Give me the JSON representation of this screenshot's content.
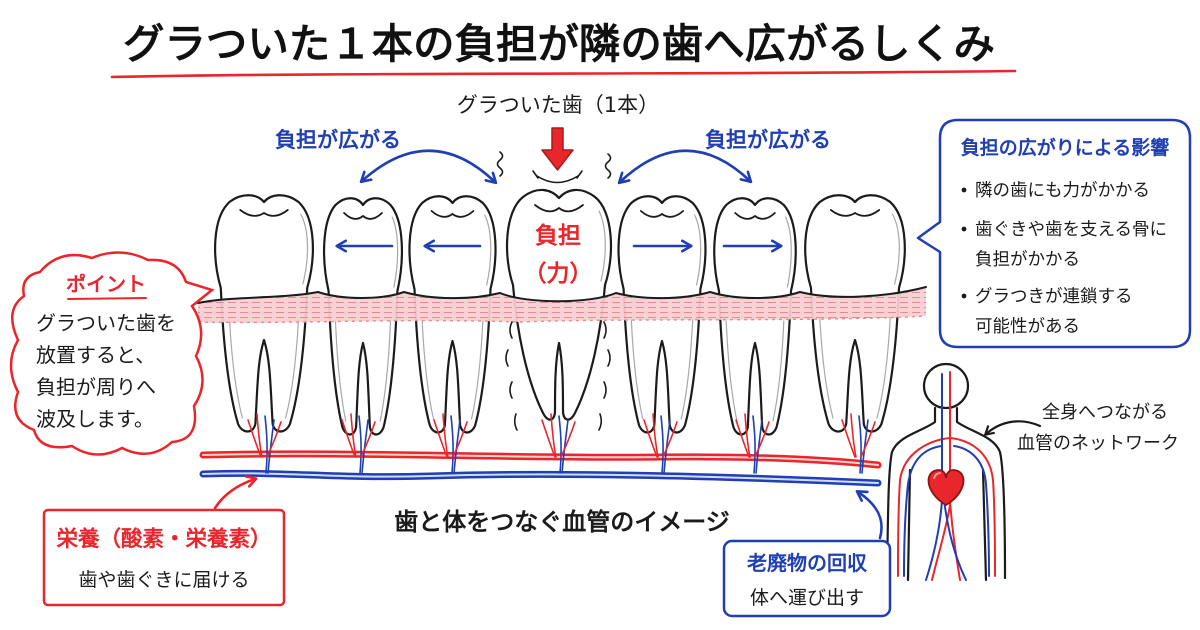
{
  "title": "グラついた１本の負担が隣の歯へ広がるしくみ",
  "loose_tooth": {
    "label": "グラついた歯（1本）",
    "force_line1": "負担",
    "force_line2": "（力）"
  },
  "spread_labels": {
    "left": "負担が広がる",
    "right": "負担が広がる"
  },
  "impact_box": {
    "title": "負担の広がりによる影響",
    "bullets": [
      {
        "lines": [
          "隣の歯にも力がかかる"
        ]
      },
      {
        "lines": [
          "歯ぐきや歯を支える骨に",
          "負担がかかる"
        ]
      },
      {
        "lines": [
          "グラつきが連鎖する",
          "可能性がある"
        ]
      }
    ]
  },
  "point_bubble": {
    "heading": "ポイント",
    "lines": [
      "グラついた歯を",
      "放置すると、",
      "負担が周りへ",
      "波及します。"
    ]
  },
  "body_network": {
    "lines": [
      "全身へつながる",
      "血管のネットワーク"
    ]
  },
  "vessel_caption": "歯と体をつなぐ血管のイメージ",
  "nutrition_box": {
    "title": "栄養（酸素・栄養素）",
    "text": "歯や歯ぐきに届ける"
  },
  "waste_box": {
    "title": "老廃物の回収",
    "text": "体へ運び出す"
  },
  "colors": {
    "accent_red": "#e8262b",
    "accent_blue": "#1f3fb3",
    "gum_pink": "#f6cdd0",
    "ink": "#1b1b1b"
  }
}
